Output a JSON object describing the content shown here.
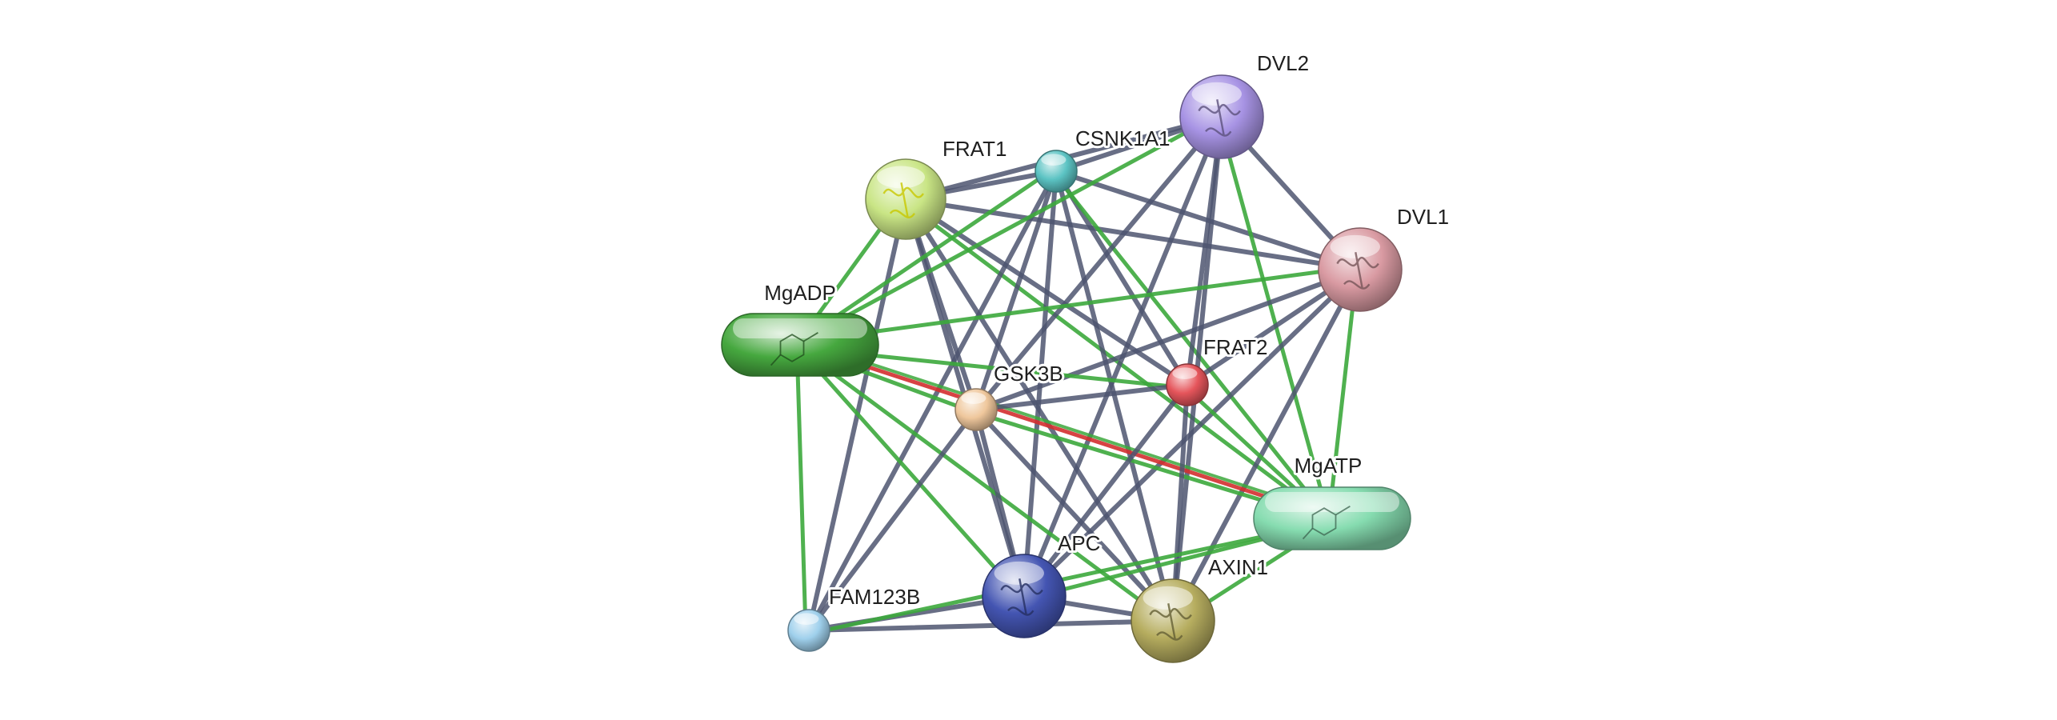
{
  "network": {
    "colors": {
      "evidence_dark": "#4d5570",
      "evidence_green": "#3ca83c",
      "evidence_red": "#d32f2f"
    },
    "nodes": [
      {
        "id": "FRAT1",
        "label": "FRAT1",
        "shape": "sphere",
        "color": "#c9e585",
        "glyph": "structure"
      },
      {
        "id": "CSNK1A1",
        "label": "CSNK1A1",
        "shape": "sphere",
        "color": "#5bc3c3",
        "glyph": "none"
      },
      {
        "id": "DVL2",
        "label": "DVL2",
        "shape": "sphere",
        "color": "#a793e4",
        "glyph": "structure"
      },
      {
        "id": "DVL1",
        "label": "DVL1",
        "shape": "sphere",
        "color": "#d99aa2",
        "glyph": "structure"
      },
      {
        "id": "MgADP",
        "label": "MgADP",
        "shape": "pill",
        "color": "#46a83f",
        "glyph": "compound"
      },
      {
        "id": "FRAT2",
        "label": "FRAT2",
        "shape": "sphere",
        "color": "#e5555b",
        "glyph": "none"
      },
      {
        "id": "GSK3B",
        "label": "GSK3B",
        "shape": "sphere",
        "color": "#efc79c",
        "glyph": "none"
      },
      {
        "id": "MgATP",
        "label": "MgATP",
        "shape": "pill",
        "color": "#86dcb0",
        "glyph": "compound"
      },
      {
        "id": "APC",
        "label": "APC",
        "shape": "sphere",
        "color": "#4455b2",
        "glyph": "structure"
      },
      {
        "id": "AXIN1",
        "label": "AXIN1",
        "shape": "sphere",
        "color": "#b6ad5f",
        "glyph": "structure"
      },
      {
        "id": "FAM123B",
        "label": "FAM123B",
        "shape": "sphere",
        "color": "#9fd0ec",
        "glyph": "none"
      }
    ],
    "edges": [
      {
        "a": "FRAT1",
        "b": "CSNK1A1",
        "type": "dark"
      },
      {
        "a": "FRAT1",
        "b": "DVL2",
        "type": "dark"
      },
      {
        "a": "FRAT1",
        "b": "DVL1",
        "type": "dark"
      },
      {
        "a": "FRAT1",
        "b": "GSK3B",
        "type": "dark"
      },
      {
        "a": "FRAT1",
        "b": "FRAT2",
        "type": "dark"
      },
      {
        "a": "FRAT1",
        "b": "APC",
        "type": "dark"
      },
      {
        "a": "FRAT1",
        "b": "AXIN1",
        "type": "dark"
      },
      {
        "a": "FRAT1",
        "b": "FAM123B",
        "type": "dark"
      },
      {
        "a": "FRAT1",
        "b": "MgADP",
        "type": "green"
      },
      {
        "a": "FRAT1",
        "b": "MgATP",
        "type": "green"
      },
      {
        "a": "CSNK1A1",
        "b": "DVL2",
        "type": "dark"
      },
      {
        "a": "CSNK1A1",
        "b": "DVL1",
        "type": "dark"
      },
      {
        "a": "CSNK1A1",
        "b": "GSK3B",
        "type": "dark"
      },
      {
        "a": "CSNK1A1",
        "b": "FRAT2",
        "type": "dark"
      },
      {
        "a": "CSNK1A1",
        "b": "APC",
        "type": "dark"
      },
      {
        "a": "CSNK1A1",
        "b": "AXIN1",
        "type": "dark"
      },
      {
        "a": "CSNK1A1",
        "b": "FAM123B",
        "type": "dark"
      },
      {
        "a": "CSNK1A1",
        "b": "MgADP",
        "type": "green"
      },
      {
        "a": "CSNK1A1",
        "b": "MgATP",
        "type": "green"
      },
      {
        "a": "DVL2",
        "b": "DVL1",
        "type": "dark"
      },
      {
        "a": "DVL2",
        "b": "GSK3B",
        "type": "dark"
      },
      {
        "a": "DVL2",
        "b": "FRAT2",
        "type": "dark"
      },
      {
        "a": "DVL2",
        "b": "APC",
        "type": "dark"
      },
      {
        "a": "DVL2",
        "b": "AXIN1",
        "type": "dark"
      },
      {
        "a": "DVL2",
        "b": "MgADP",
        "type": "green"
      },
      {
        "a": "DVL2",
        "b": "MgATP",
        "type": "green"
      },
      {
        "a": "DVL1",
        "b": "GSK3B",
        "type": "dark"
      },
      {
        "a": "DVL1",
        "b": "FRAT2",
        "type": "dark"
      },
      {
        "a": "DVL1",
        "b": "APC",
        "type": "dark"
      },
      {
        "a": "DVL1",
        "b": "AXIN1",
        "type": "dark"
      },
      {
        "a": "DVL1",
        "b": "MgADP",
        "type": "green"
      },
      {
        "a": "DVL1",
        "b": "MgATP",
        "type": "green"
      },
      {
        "a": "MgADP",
        "b": "GSK3B",
        "type": "green"
      },
      {
        "a": "MgADP",
        "b": "FRAT2",
        "type": "green"
      },
      {
        "a": "MgADP",
        "b": "APC",
        "type": "green"
      },
      {
        "a": "MgADP",
        "b": "AXIN1",
        "type": "green"
      },
      {
        "a": "MgADP",
        "b": "FAM123B",
        "type": "green"
      },
      {
        "a": "MgADP",
        "b": "MgATP",
        "type": "red"
      },
      {
        "a": "GSK3B",
        "b": "FRAT2",
        "type": "dark"
      },
      {
        "a": "GSK3B",
        "b": "APC",
        "type": "dark"
      },
      {
        "a": "GSK3B",
        "b": "AXIN1",
        "type": "dark"
      },
      {
        "a": "GSK3B",
        "b": "FAM123B",
        "type": "dark"
      },
      {
        "a": "GSK3B",
        "b": "MgATP",
        "type": "green"
      },
      {
        "a": "FRAT2",
        "b": "APC",
        "type": "dark"
      },
      {
        "a": "FRAT2",
        "b": "AXIN1",
        "type": "dark"
      },
      {
        "a": "FRAT2",
        "b": "MgATP",
        "type": "green"
      },
      {
        "a": "APC",
        "b": "AXIN1",
        "type": "dark"
      },
      {
        "a": "APC",
        "b": "FAM123B",
        "type": "dark"
      },
      {
        "a": "APC",
        "b": "MgATP",
        "type": "green"
      },
      {
        "a": "AXIN1",
        "b": "FAM123B",
        "type": "dark"
      },
      {
        "a": "AXIN1",
        "b": "MgATP",
        "type": "green"
      },
      {
        "a": "FAM123B",
        "b": "MgATP",
        "type": "green"
      }
    ]
  }
}
